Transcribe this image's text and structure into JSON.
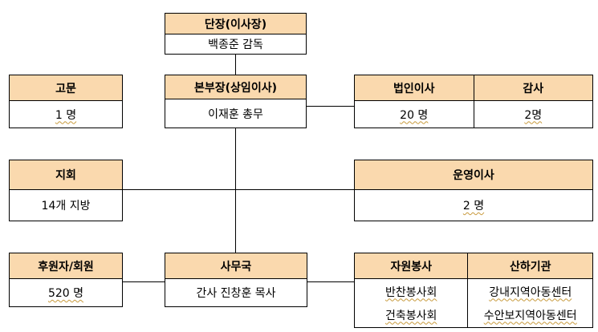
{
  "director": {
    "title": "단장(이사장)",
    "value": "백종준 감독"
  },
  "headquarters": {
    "title": "본부장(상임이사)",
    "value": "이재훈 총무"
  },
  "advisor": {
    "title": "고문",
    "value": "1 명"
  },
  "corporate_board": {
    "title": "법인이사",
    "value": "20 명"
  },
  "auditor": {
    "title": "감사",
    "value": "2명"
  },
  "branch": {
    "title": "지회",
    "value": "14개 지방"
  },
  "operating_board": {
    "title": "운영이사",
    "value": "2 명"
  },
  "sponsors": {
    "title": "후원자/회원",
    "value": "520 명"
  },
  "secretariat": {
    "title": "사무국",
    "value": "간사 진창훈 목사"
  },
  "volunteer": {
    "title": "자원봉사",
    "items": [
      "반찬봉사회",
      "건축봉사회"
    ]
  },
  "affiliates": {
    "title": "산하기관",
    "items": [
      "강내지역아동센터",
      "수안보지역아동센터"
    ]
  }
}
